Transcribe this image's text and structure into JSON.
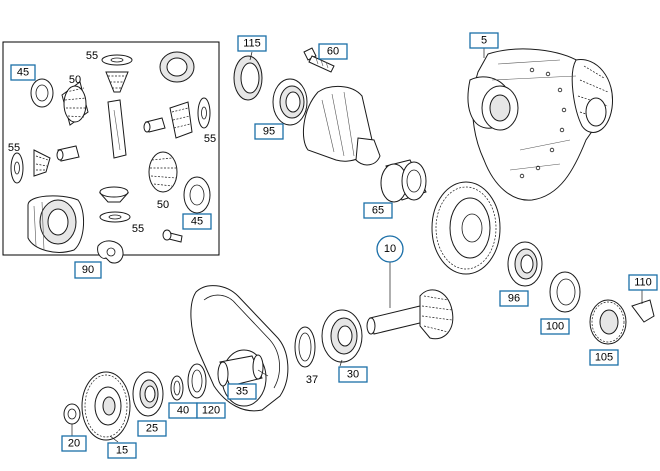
{
  "callouts": {
    "c45a": "45",
    "c50a": "50",
    "c55a": "55",
    "c55b": "55",
    "c55c": "55",
    "c55d": "55",
    "c50b": "50",
    "c45b": "45",
    "c90": "90",
    "c115": "115",
    "c60": "60",
    "c95": "95",
    "c5": "5",
    "c65": "65",
    "c10": "10",
    "c96": "96",
    "c100": "100",
    "c110": "110",
    "c105": "105",
    "c37": "37",
    "c30": "30",
    "c35": "35",
    "c40": "40",
    "c120": "120",
    "c25": "25",
    "c20": "20",
    "c15": "15"
  },
  "colors": {
    "callout_border": "#1b6fa8",
    "line": "#1a1a1a"
  }
}
